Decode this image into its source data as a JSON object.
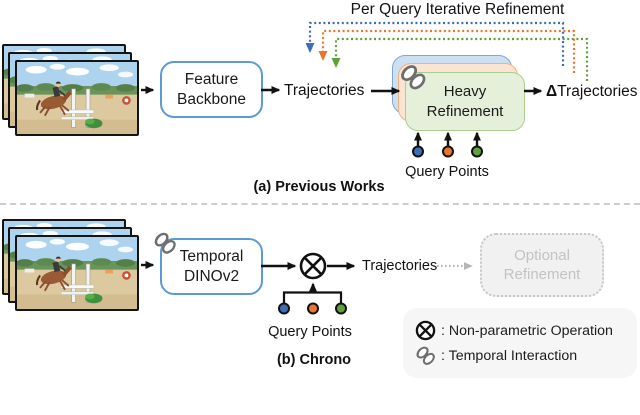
{
  "colors": {
    "query_blue": "#3d6eb5",
    "query_orange": "#e8762c",
    "query_green": "#5fa038",
    "node_border_blue": "#5b9bd5",
    "card_blue_fill": "#cde0f2",
    "card_orange_fill": "#fbe4d2",
    "card_green_fill": "#e4f0da",
    "ghost_gray": "#c3c3c3",
    "arrow_black": "#111111"
  },
  "section_a": {
    "header": "Per Query Iterative Refinement",
    "feature_backbone_line1": "Feature",
    "feature_backbone_line2": "Backbone",
    "trajectories_label": "Trajectories",
    "heavy_line1": "Heavy",
    "heavy_line2": "Refinement",
    "delta_symbol": "Δ",
    "delta_label": "Trajectories",
    "query_points_label": "Query Points",
    "caption": "(a) Previous Works"
  },
  "section_b": {
    "temporal_line1": "Temporal",
    "temporal_line2": "DINOv2",
    "trajectories_label": "Trajectories",
    "optional_line1": "Optional",
    "optional_line2": "Refinement",
    "query_points_label": "Query Points",
    "caption": "(b) Chrono"
  },
  "legend": {
    "items": [
      {
        "icon": "circle-x-icon",
        "label": ": Non-parametric Operation"
      },
      {
        "icon": "chain-link-icon",
        "label": ": Temporal Interaction"
      }
    ]
  }
}
